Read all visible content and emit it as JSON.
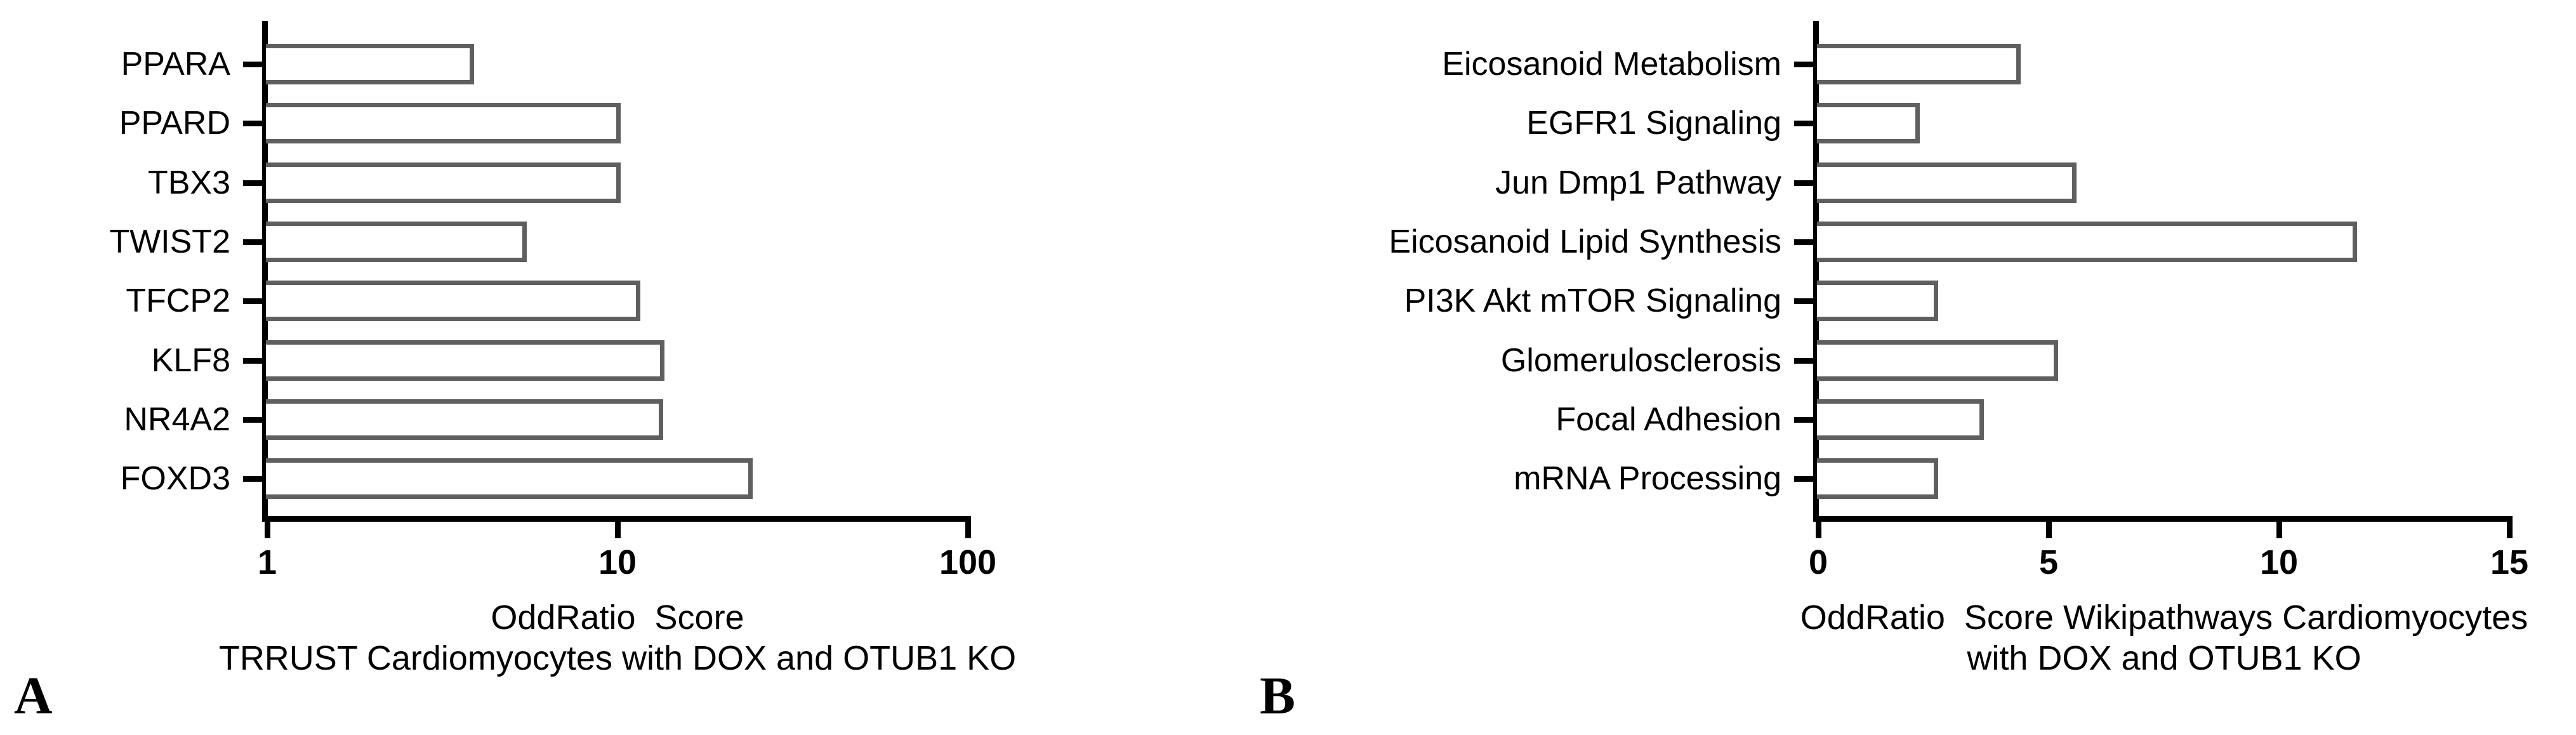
{
  "figure": {
    "background": "#ffffff",
    "panel_letters": [
      "A",
      "B"
    ]
  },
  "chart_data": [
    {
      "type": "bar",
      "orientation": "horizontal",
      "panel_label": "A",
      "categories": [
        "PPARA",
        "PPARD",
        "TBX3",
        "TWIST2",
        "TFCP2",
        "KLF8",
        "NR4A2",
        "FOXD3"
      ],
      "values": [
        3.9,
        10.2,
        10.2,
        5.5,
        11.6,
        13.6,
        13.5,
        24.3
      ],
      "xlabel_line1": "OddRatio  Score",
      "xlabel_line2": "TRRUST Cardiomyocytes with DOX and OTUB1 KO",
      "xscale": "log",
      "xlim": [
        1,
        100
      ],
      "xticks": [
        1,
        10,
        100
      ],
      "xtick_labels": [
        "1",
        "10",
        "100"
      ],
      "bar_fill": "#ffffff",
      "bar_stroke": "#5f5f5f",
      "axis_color": "#000000",
      "grid": false,
      "legend": false
    },
    {
      "type": "bar",
      "orientation": "horizontal",
      "panel_label": "B",
      "categories": [
        "Eicosanoid Metabolism",
        "EGFR1 Signaling",
        "Jun Dmp1 Pathway",
        "Eicosanoid Lipid Synthesis",
        "PI3K Akt mTOR Signaling",
        "Glomerulosclerosis",
        "Focal Adhesion",
        "mRNA Processing"
      ],
      "values": [
        4.4,
        2.2,
        5.6,
        11.7,
        2.6,
        5.2,
        3.6,
        2.6
      ],
      "xlabel_line1": "OddRatio  Score Wikipathways Cardiomyocytes",
      "xlabel_line2": "with DOX and OTUB1 KO",
      "xscale": "linear",
      "xlim": [
        0,
        15
      ],
      "xticks": [
        0,
        5,
        10,
        15
      ],
      "xtick_labels": [
        "0",
        "5",
        "10",
        "15"
      ],
      "bar_fill": "#ffffff",
      "bar_stroke": "#5f5f5f",
      "axis_color": "#000000",
      "grid": false,
      "legend": false
    }
  ]
}
